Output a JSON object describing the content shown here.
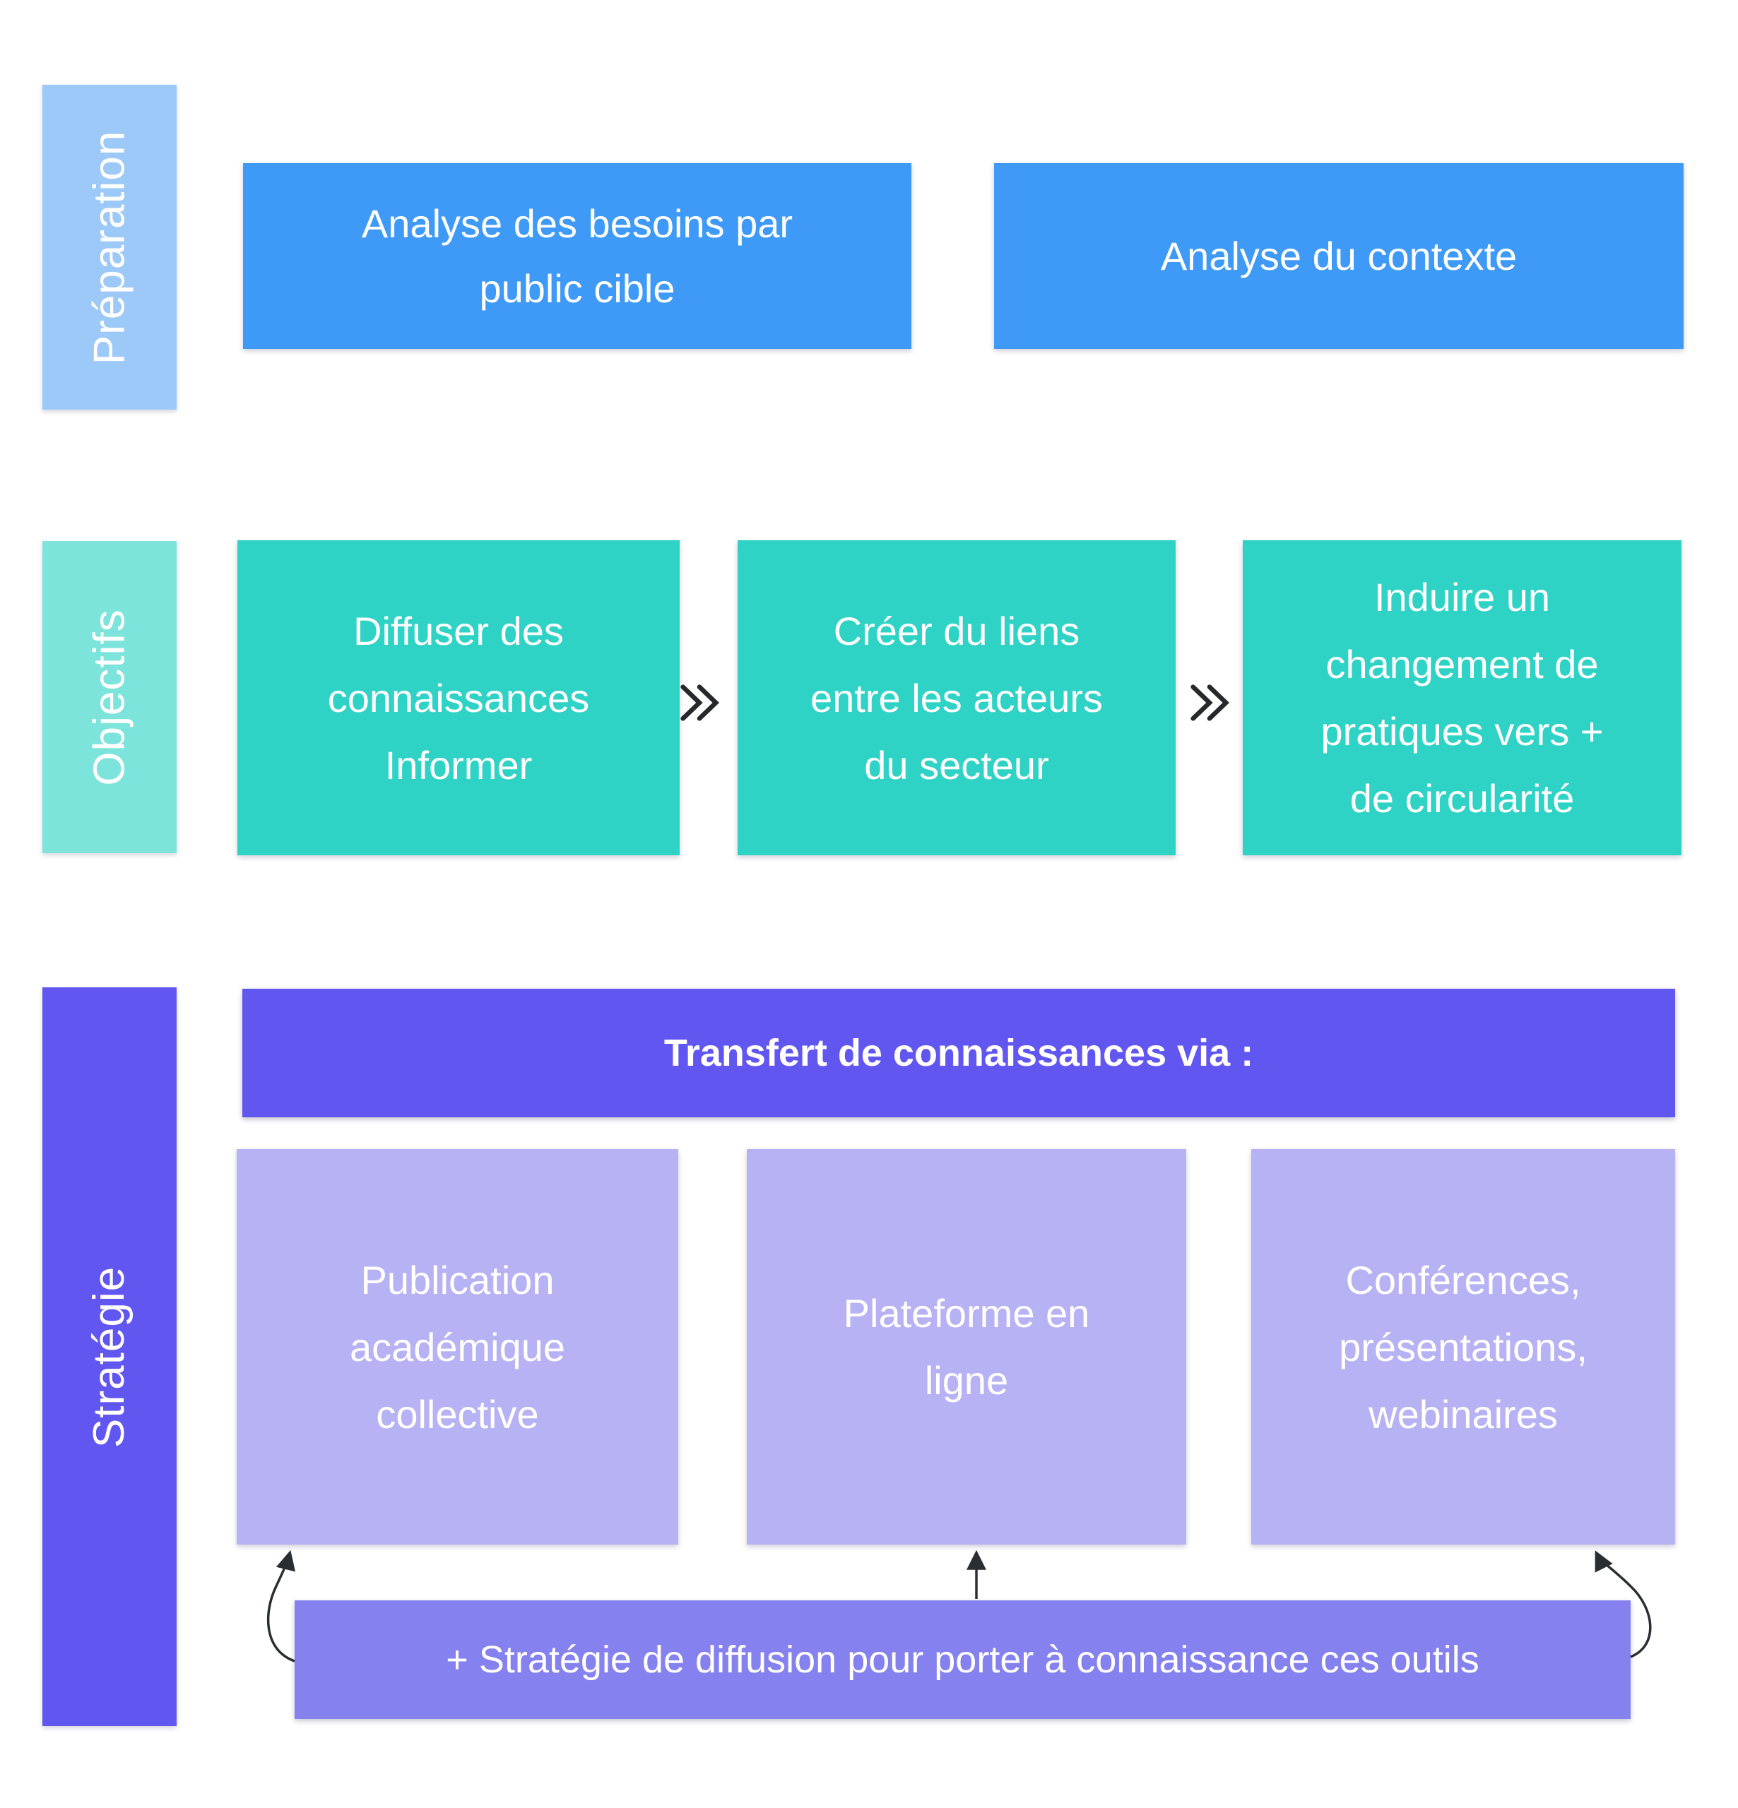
{
  "diagram": {
    "rows": {
      "preparation": {
        "label": "Préparation",
        "boxes": [
          {
            "text": "Analyse des besoins par\npublic cible"
          },
          {
            "text": "Analyse du contexte"
          }
        ]
      },
      "objectifs": {
        "label": "Objectifs",
        "chevron_icon": "double-chevron-right",
        "boxes": [
          {
            "text": "Diffuser des\nconnaissances\nInformer"
          },
          {
            "text": "Créer du liens\nentre les acteurs\ndu secteur"
          },
          {
            "text": "Induire un\nchangement de\npratiques vers +\nde circularité"
          }
        ]
      },
      "strategie": {
        "label": "Stratégie",
        "header": "Transfert de connaissances via :",
        "boxes": [
          {
            "text": "Publication\nacadémique\ncollective"
          },
          {
            "text": "Plateforme en\nligne"
          },
          {
            "text": "Conférences,\nprésentations,\nwebinaires"
          }
        ],
        "footer": "+ Stratégie de diffusion pour porter à connaissance ces outils"
      }
    },
    "colors": {
      "preparation_label_bg": "#9dc9f8",
      "preparation_box_bg": "#3e9af6",
      "objectifs_label_bg": "#7de4db",
      "objectifs_box_bg": "#2fd3c5",
      "strategie_label_bg": "#6156f0",
      "strategie_header_bg": "#6156f0",
      "strategie_box_bg": "#b6b2f4",
      "strategie_footer_bg": "#8581ef",
      "chevron_color": "#26282b",
      "arrow_color": "#2a2d31",
      "text_color": "#ffffff",
      "background": "#ffffff"
    }
  }
}
